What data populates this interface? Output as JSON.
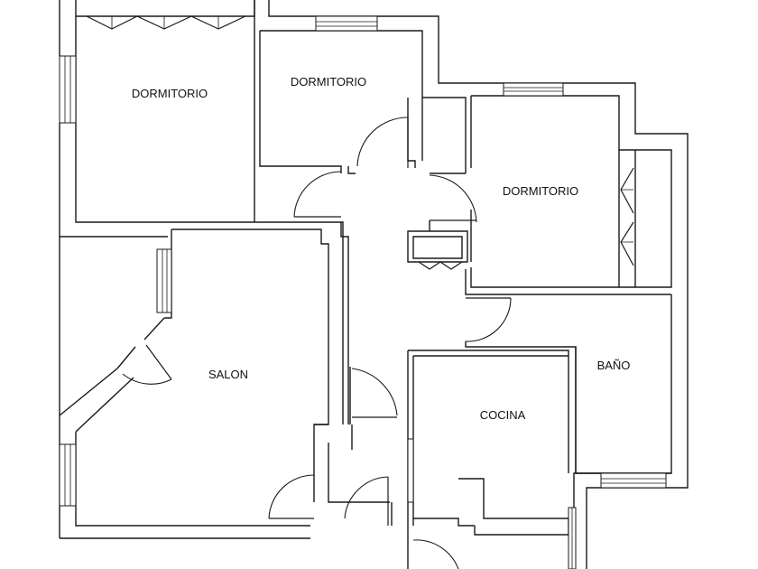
{
  "rooms": {
    "bedroom_1": "DORMITORIO",
    "bedroom_2": "DORMITORIO",
    "bedroom_3": "DORMITORIO",
    "living_room": "SALON",
    "kitchen": "COCINA",
    "bathroom": "BAÑO"
  },
  "colors": {
    "line": "#1a1a1a",
    "background": "#ffffff"
  }
}
